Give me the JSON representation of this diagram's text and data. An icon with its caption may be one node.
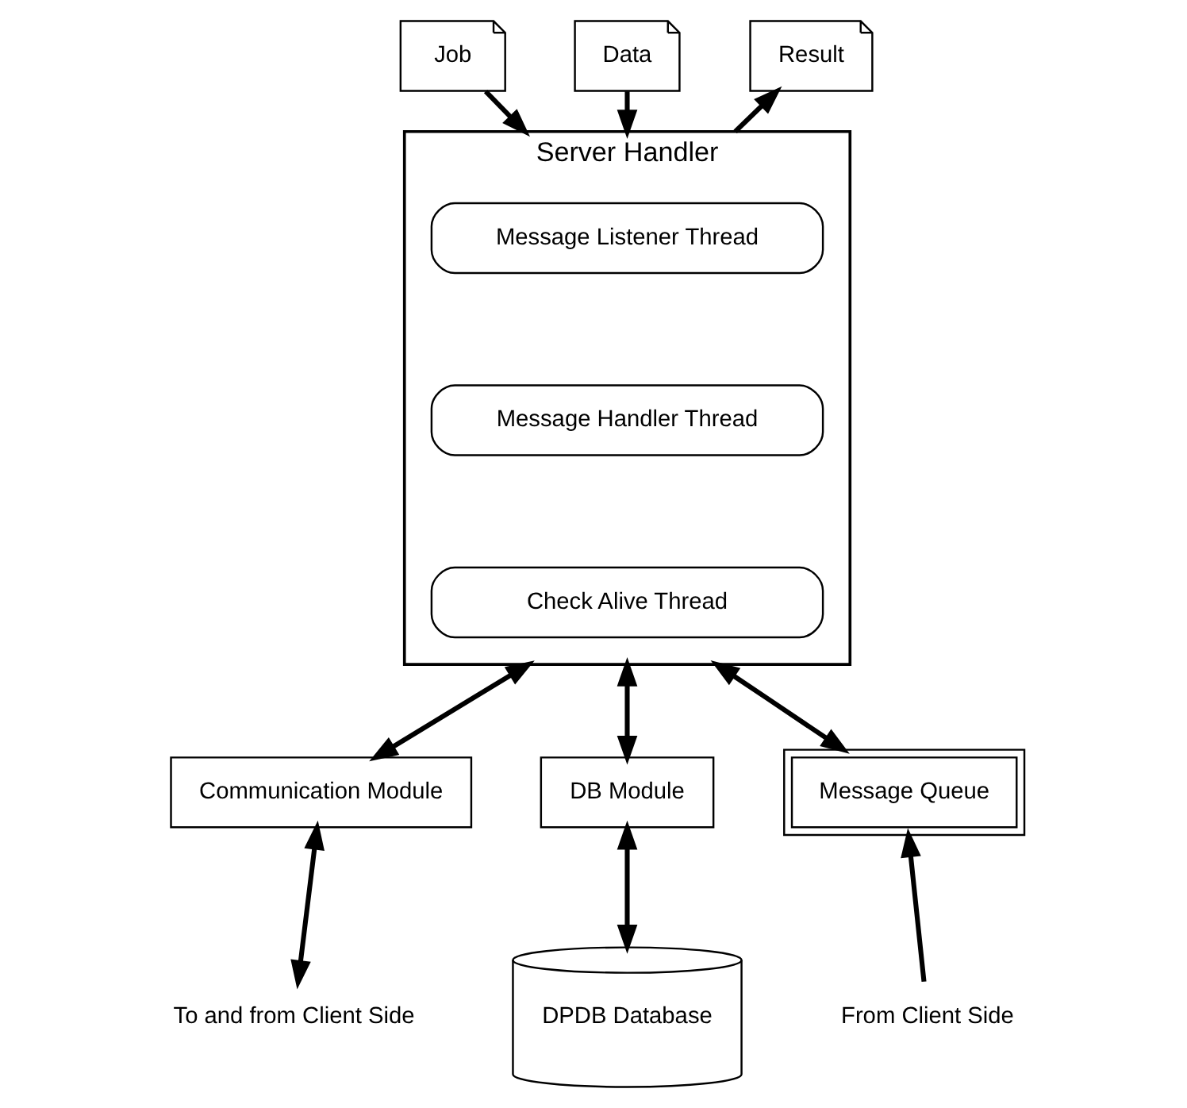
{
  "diagram": {
    "nodes": [
      {
        "text": [
          "Job"
        ]
      },
      {
        "text": [
          "Data"
        ]
      },
      {
        "text": [
          "Result"
        ]
      },
      {
        "text": [
          "Server Handler"
        ]
      },
      {
        "text": [
          "Message Listener Thread"
        ],
        "in": 3
      },
      {
        "text": [
          "Message Handler Thread"
        ],
        "in": 3
      },
      {
        "text": [
          "Check Alive Thread"
        ],
        "in": 3
      },
      {
        "text": [
          "Communication Module"
        ]
      },
      {
        "text": [
          "DB Module"
        ]
      },
      {
        "text": [
          "Message Queue"
        ]
      },
      {
        "text": [
          "DPDB Database"
        ]
      },
      {
        "text": [
          "To and from Client Side"
        ]
      },
      {
        "text": [
          "From Client Side"
        ]
      }
    ],
    "edges": [
      {
        "from": 0,
        "to": 3,
        "arrow": "to"
      },
      {
        "from": 1,
        "to": 3,
        "arrow": "to"
      },
      {
        "from": 3,
        "to": 2,
        "arrow": "to"
      },
      {
        "from": 3,
        "to": 7,
        "arrow": "both"
      },
      {
        "from": 3,
        "to": 8,
        "arrow": "both"
      },
      {
        "from": 3,
        "to": 9,
        "arrow": "both"
      },
      {
        "from": 7,
        "to": 11,
        "arrow": "both"
      },
      {
        "from": 8,
        "to": 10,
        "arrow": "both"
      },
      {
        "from": 12,
        "to": 9,
        "arrow": "to"
      }
    ]
  }
}
